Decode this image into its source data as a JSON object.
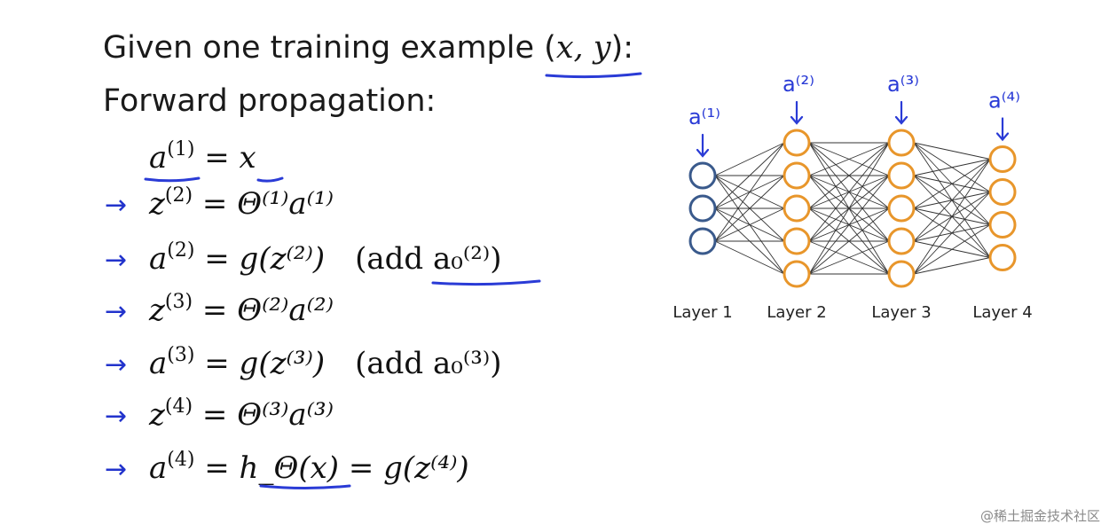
{
  "heading": {
    "line1_prefix": "Given one training example (",
    "line1_vars": "x, y",
    "line1_suffix": "):",
    "line2": "Forward propagation:"
  },
  "equations": [
    {
      "arrow": "",
      "lhs": "a",
      "lhs_sup": "(1)",
      "rhs": "= x",
      "note": ""
    },
    {
      "arrow": "→",
      "lhs": "z",
      "lhs_sup": "(2)",
      "rhs": "= Θ⁽¹⁾a⁽¹⁾",
      "note": ""
    },
    {
      "arrow": "→",
      "lhs": "a",
      "lhs_sup": "(2)",
      "rhs": "= g(z⁽²⁾)",
      "note": "(add a₀⁽²⁾)"
    },
    {
      "arrow": "→",
      "lhs": "z",
      "lhs_sup": "(3)",
      "rhs": "= Θ⁽²⁾a⁽²⁾",
      "note": ""
    },
    {
      "arrow": "→",
      "lhs": "a",
      "lhs_sup": "(3)",
      "rhs": "= g(z⁽³⁾)",
      "note": "(add a₀⁽³⁾)"
    },
    {
      "arrow": "→",
      "lhs": "z",
      "lhs_sup": "(4)",
      "rhs": "= Θ⁽³⁾a⁽³⁾",
      "note": ""
    },
    {
      "arrow": "→",
      "lhs": "a",
      "lhs_sup": "(4)",
      "rhs": "= h_Θ(x) = g(z⁽⁴⁾)",
      "note": ""
    }
  ],
  "network": {
    "input_color": "#3a5a8c",
    "hidden_color": "#e8962b",
    "annotation_color": "#2a3bd6",
    "layers": [
      {
        "label": "Layer 1",
        "activation": "a⁽¹⁾",
        "units": 3
      },
      {
        "label": "Layer 2",
        "activation": "a⁽²⁾",
        "units": 5
      },
      {
        "label": "Layer 3",
        "activation": "a⁽³⁾",
        "units": 5
      },
      {
        "label": "Layer 4",
        "activation": "a⁽⁴⁾",
        "units": 4
      }
    ]
  },
  "watermark": "@稀土掘金技术社区"
}
